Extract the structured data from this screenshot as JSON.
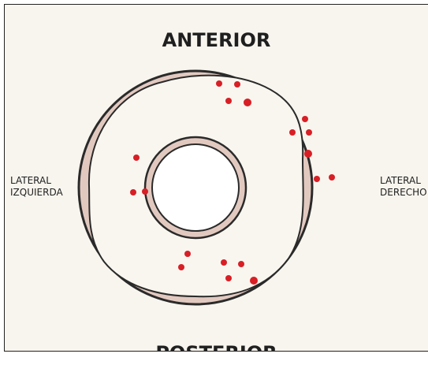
{
  "labels": {
    "anterior": "ANTERIOR",
    "posterior": "POSTERIOR",
    "lateral_left_line1": "LATERAL",
    "lateral_left_line2": "IZQUIERDA",
    "lateral_right_line1": "LATERAL",
    "lateral_right_line2": "DERECHO"
  },
  "colors": {
    "background": "#f8f5ee",
    "ring_fill": "#e2c9c0",
    "inner_fill": "#f9f6ef",
    "outline": "#2a2a2a",
    "dots": "#d81f26"
  }
}
